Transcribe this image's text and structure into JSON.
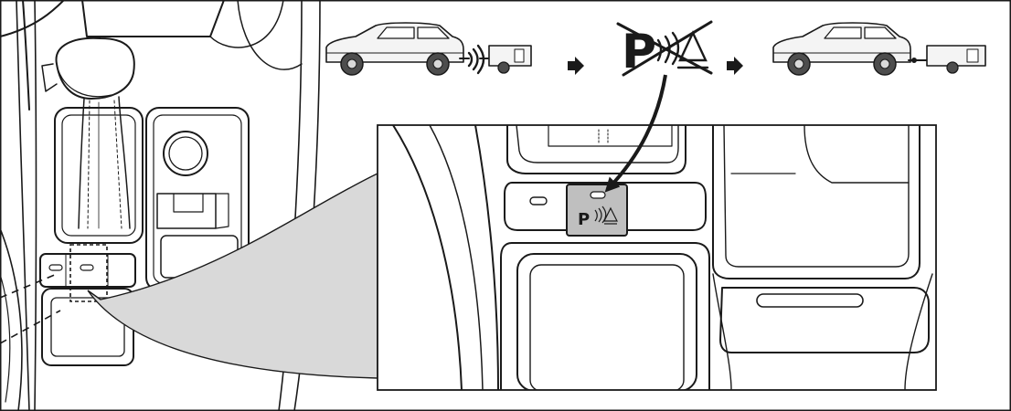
{
  "figure": {
    "sequence": [
      {
        "id": "car-with-trailer-beeping",
        "icon": "car-towing-trailer-with-sensor-waves-icon"
      },
      {
        "id": "arrow-1",
        "icon": "arrow-right-icon"
      },
      {
        "id": "parking-assist-off",
        "icon": "parking-assist-crossed-out-icon"
      },
      {
        "id": "arrow-2",
        "icon": "arrow-right-icon"
      },
      {
        "id": "car-with-trailer-quiet",
        "icon": "car-towing-trailer-icon"
      }
    ],
    "button_symbol": {
      "letter": "P",
      "icon": "parking-sensor-warning-icon"
    },
    "colors": {
      "line": "#1a1a1a",
      "callout_fill": "#d9d9d9",
      "button_fill": "#bfbfbf",
      "background": "#ffffff"
    }
  }
}
